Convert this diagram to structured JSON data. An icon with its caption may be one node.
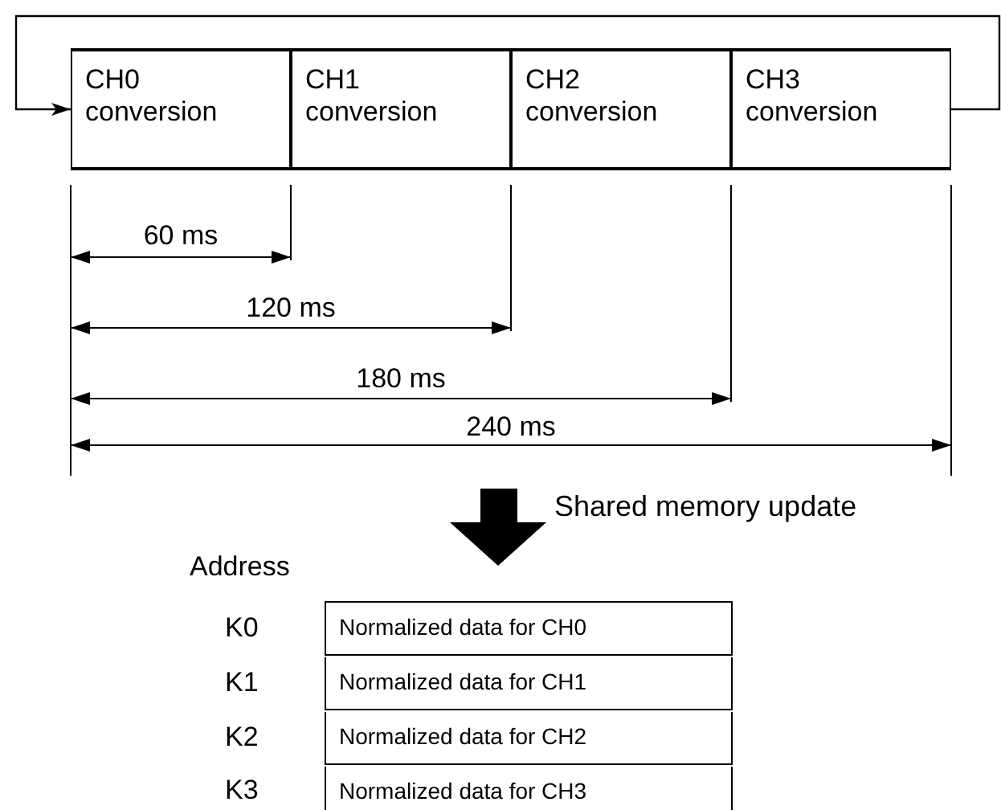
{
  "diagram": {
    "nodes": [
      {
        "text": [
          "CH0 conversion"
        ]
      },
      {
        "text": [
          "CH1 conversion"
        ]
      },
      {
        "text": [
          "CH2 conversion"
        ]
      },
      {
        "text": [
          "CH3 conversion"
        ]
      },
      {
        "text": [
          "Normalized data for CH0"
        ]
      },
      {
        "text": [
          "Normalized data for CH1"
        ]
      },
      {
        "text": [
          "Normalized data for CH2"
        ]
      },
      {
        "text": [
          "Normalized data for CH3"
        ]
      }
    ],
    "edges": [
      {
        "from": 3,
        "to": 0,
        "arrow": "to"
      }
    ],
    "labels": [
      "60 ms",
      "120 ms",
      "180 ms",
      "240 ms",
      "Shared memory update",
      "Address",
      "K0",
      "K1",
      "K2",
      "K3"
    ]
  }
}
